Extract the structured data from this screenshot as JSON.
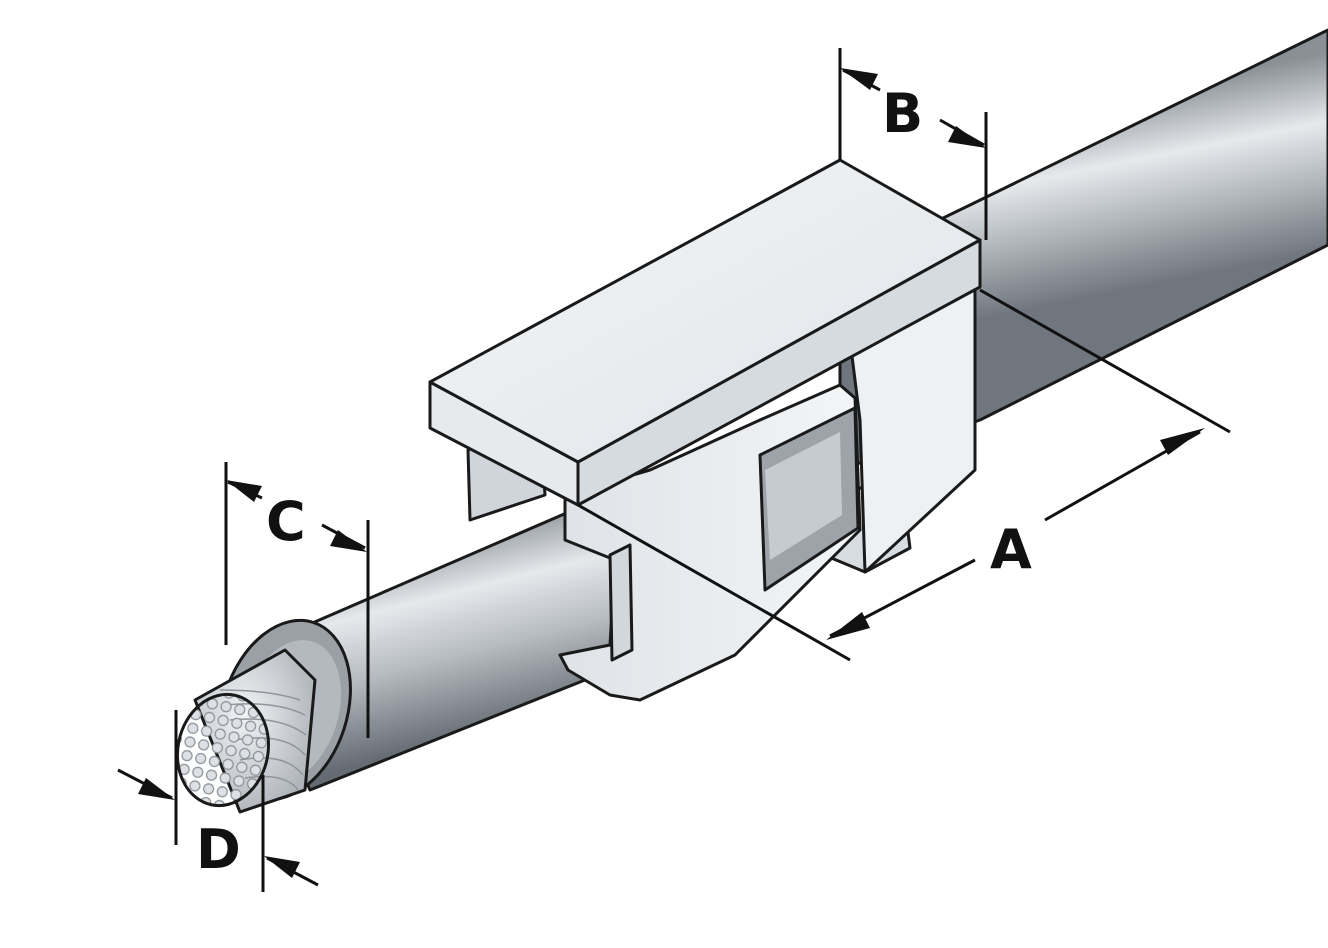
{
  "dimensions": {
    "a": "A",
    "b": "B",
    "c": "C",
    "d": "D"
  },
  "colors": {
    "cable_dark": "#7d848b",
    "cable_light": "#e2e5e8",
    "marker_face": "#eef1f3",
    "marker_side": "#c9cfd5",
    "line": "#111111"
  }
}
